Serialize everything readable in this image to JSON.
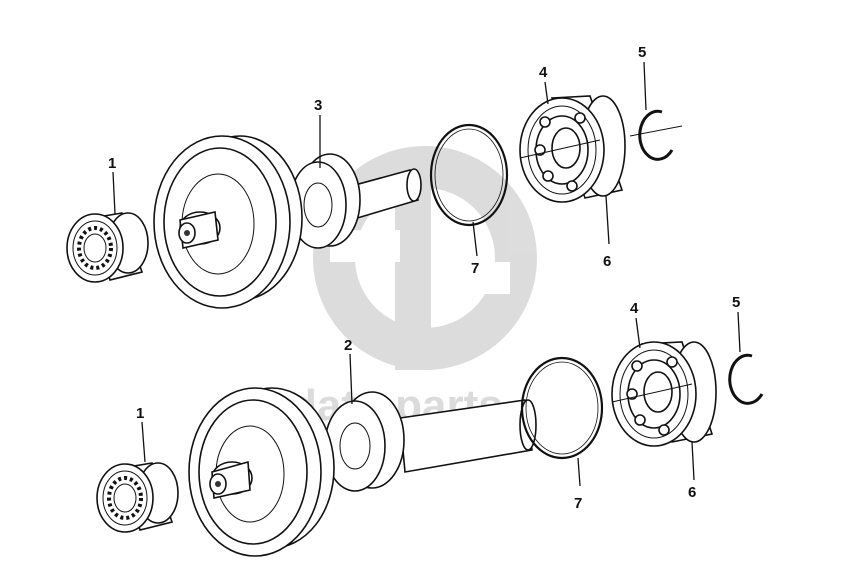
{
  "watermark": {
    "text": "data-parts"
  },
  "labels": {
    "top": {
      "bearing": "1",
      "shaft": "3",
      "bearing_race": "4",
      "circlip": "5",
      "ring": "7",
      "seal": "6"
    },
    "bottom": {
      "bearing": "1",
      "shaft": "2",
      "bearing_race": "4",
      "circlip": "5",
      "ring": "7",
      "seal": "6"
    }
  }
}
